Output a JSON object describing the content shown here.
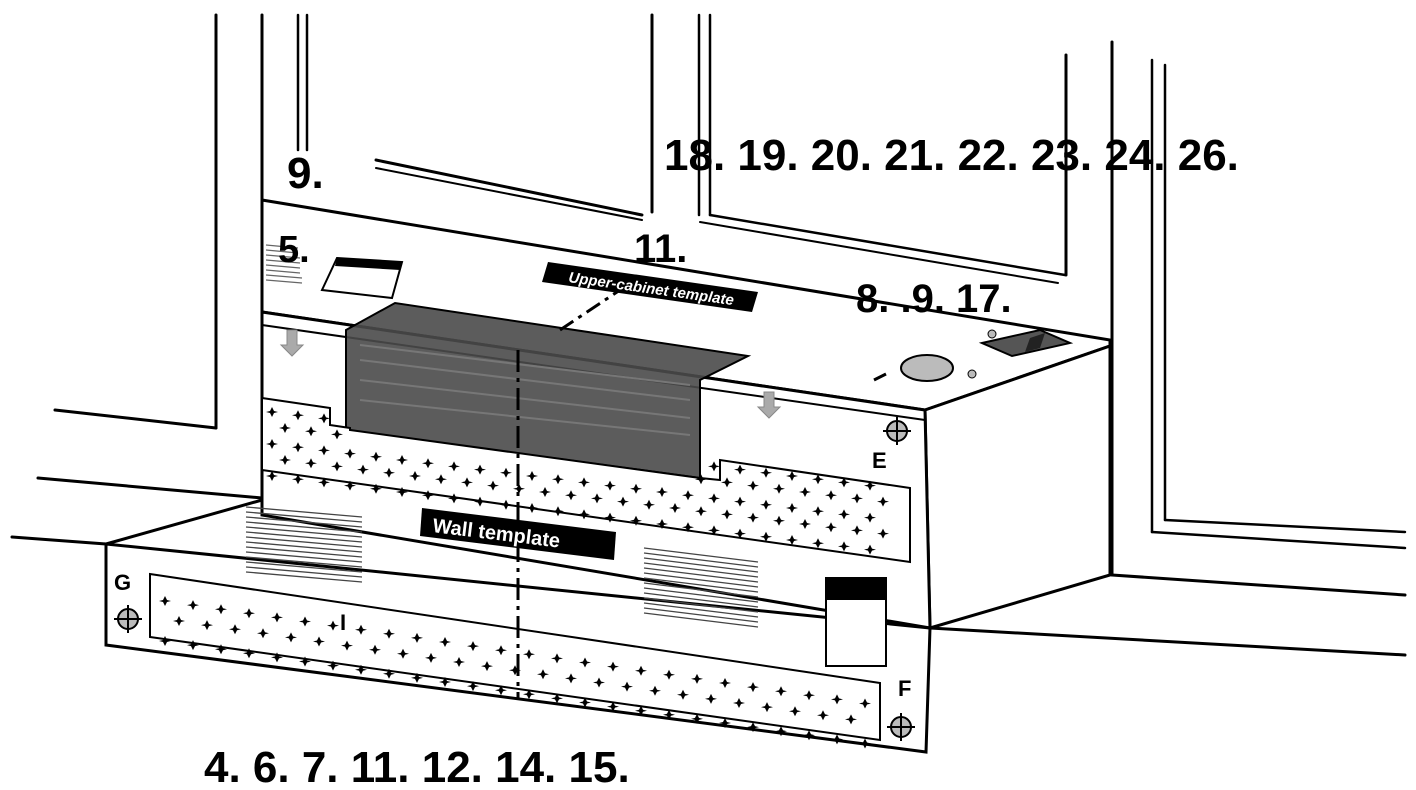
{
  "step_labels": {
    "top_left": "9.",
    "top_right": "18. 19. 20. 21. 22. 23. 24. 26.",
    "vent": "5.",
    "center": "11.",
    "right_of_template": "8. .9. 17.",
    "bottom": "4. 6. 7. 11. 12. 14. 15."
  },
  "callouts": {
    "upper_cabinet_template": "Upper-cabinet template",
    "wall_template": "Wall template"
  },
  "corner_letters": {
    "e": "E",
    "f": "F",
    "g": "G",
    "i": "I"
  }
}
